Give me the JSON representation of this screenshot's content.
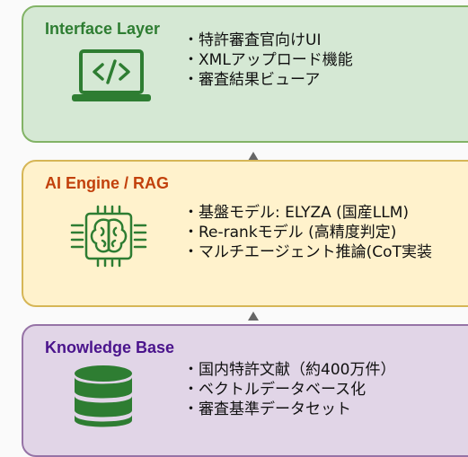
{
  "layers": {
    "interface": {
      "title": "Interface Layer",
      "items": [
        "・特許審査官向けUI",
        "・XMLアップロード機能",
        "・審査結果ビューア"
      ],
      "icon": "code-laptop-icon",
      "color": "#2e7d32"
    },
    "engine": {
      "title": "AI Engine / RAG",
      "items": [
        "・基盤モデル: ELYZA (国産LLM)",
        "・Re-rankモデル (高精度判定)",
        "・マルチエージェント推論(CoT実装"
      ],
      "icon": "brain-chip-icon",
      "color": "#c2410c"
    },
    "knowledge": {
      "title": "Knowledge Base",
      "items": [
        "・国内特許文献（約400万件）",
        "・ベクトルデータベース化",
        "・審査基準データセット"
      ],
      "icon": "database-icon",
      "color": "#4a148c"
    }
  }
}
